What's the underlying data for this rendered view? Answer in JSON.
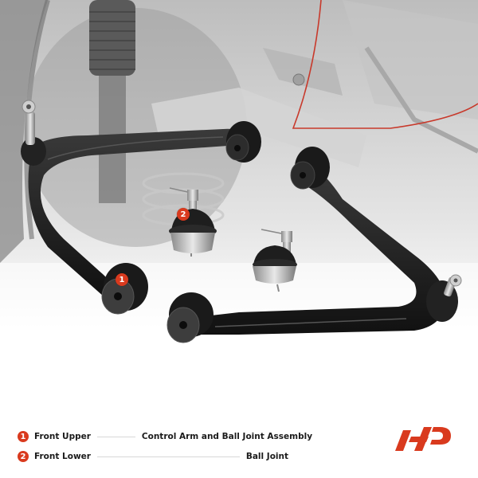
{
  "colors": {
    "accent": "#d93a1e",
    "text": "#1b1b1b",
    "divider": "#d8d8d8",
    "background": "#ffffff",
    "part_black": "#1c1c1c",
    "background_photo_gray": "#c8c8c8"
  },
  "image": {
    "description": "Front upper control arms with ball joints shown over a grayscale suspension background",
    "callouts": [
      {
        "number": "1",
        "target": "upper-control-arm-bushing"
      },
      {
        "number": "2",
        "target": "lower-ball-joint"
      }
    ]
  },
  "legend": {
    "items": [
      {
        "number": "1",
        "position": "Front Upper",
        "part": "Control Arm and Ball Joint Assembly"
      },
      {
        "number": "2",
        "position": "Front Lower",
        "part": "Ball Joint"
      }
    ]
  },
  "logo": {
    "name": "brand-logo",
    "icon": "ap-logo-icon"
  }
}
